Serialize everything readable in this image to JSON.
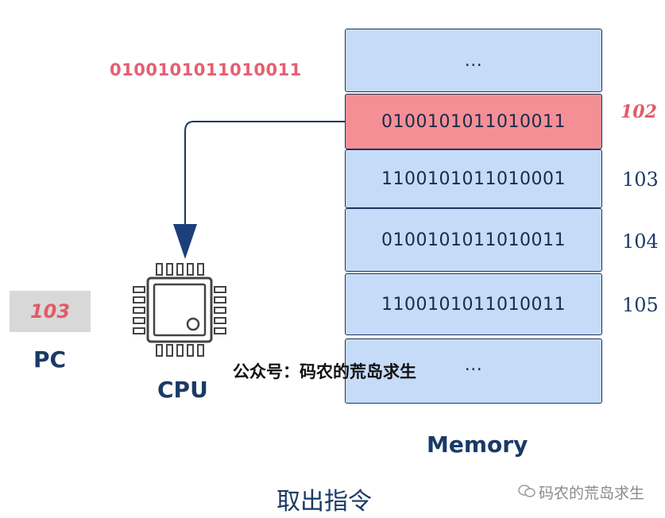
{
  "fetched_instruction": "0100101011010011",
  "memory": {
    "label": "Memory",
    "cells": [
      {
        "value": "...",
        "address": "",
        "highlight": false
      },
      {
        "value": "0100101011010011",
        "address": "102",
        "highlight": true
      },
      {
        "value": "1100101011010001",
        "address": "103",
        "highlight": false
      },
      {
        "value": "0100101011010011",
        "address": "104",
        "highlight": false
      },
      {
        "value": "1100101011010011",
        "address": "105",
        "highlight": false
      },
      {
        "value": "...",
        "address": "",
        "highlight": false
      }
    ]
  },
  "pc": {
    "value": "103",
    "label": "PC"
  },
  "cpu": {
    "label": "CPU"
  },
  "title": "取出指令",
  "watermark_center": "公众号：码农的荒岛求生",
  "watermark_br": "码农的荒岛求生",
  "colors": {
    "cell_fill": "#c6dbf7",
    "cell_highlight": "#f58f96",
    "stroke": "#1c355e",
    "accent_red": "#e45a66"
  }
}
